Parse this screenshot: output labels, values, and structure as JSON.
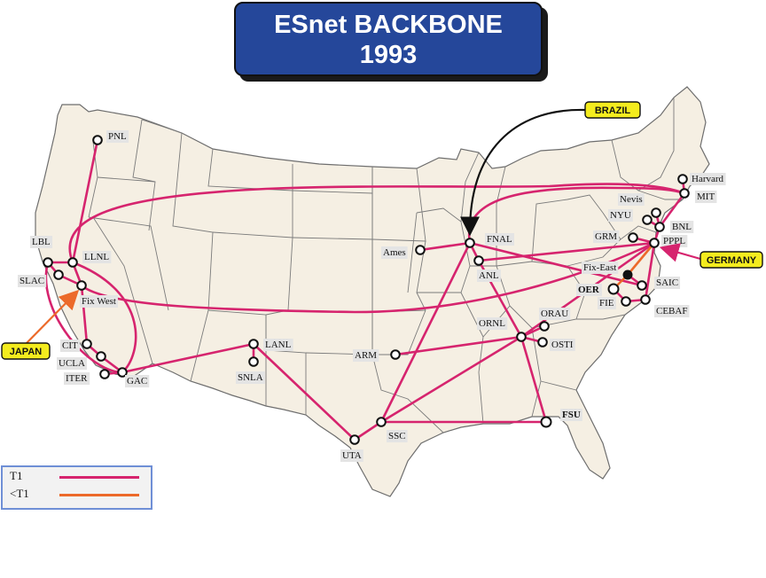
{
  "title": {
    "line1": "ESnet BACKBONE",
    "line2": "1993"
  },
  "colors": {
    "t1": "#d6246e",
    "sub_t1": "#ec6a2a",
    "title_bg": "#25479a",
    "callout_bg": "#f4ec1e",
    "land": "#f5efe3",
    "border": "#6e6e6e"
  },
  "legend": {
    "items": [
      {
        "label": "T1",
        "color": "#d6246e"
      },
      {
        "label": "<T1",
        "color": "#ec6a2a"
      }
    ]
  },
  "sites": [
    {
      "id": "PNL",
      "label": "PNL"
    },
    {
      "id": "LBL",
      "label": "LBL"
    },
    {
      "id": "LLNL",
      "label": "LLNL"
    },
    {
      "id": "SLAC",
      "label": "SLAC"
    },
    {
      "id": "FIXW",
      "label": "Fix West"
    },
    {
      "id": "CIT",
      "label": "CIT"
    },
    {
      "id": "UCLA",
      "label": "UCLA"
    },
    {
      "id": "ITER",
      "label": "ITER"
    },
    {
      "id": "GAC",
      "label": "GAC"
    },
    {
      "id": "LANL",
      "label": "LANL"
    },
    {
      "id": "SNLA",
      "label": "SNLA"
    },
    {
      "id": "UTA",
      "label": "UTA"
    },
    {
      "id": "SSC",
      "label": "SSC"
    },
    {
      "id": "ARM",
      "label": "ARM"
    },
    {
      "id": "AMES",
      "label": "Ames"
    },
    {
      "id": "FNAL",
      "label": "FNAL"
    },
    {
      "id": "ANL",
      "label": "ANL"
    },
    {
      "id": "ORNL",
      "label": "ORNL"
    },
    {
      "id": "ORAU",
      "label": "ORAU"
    },
    {
      "id": "OSTI",
      "label": "OSTI"
    },
    {
      "id": "FSU",
      "label": "FSU"
    },
    {
      "id": "OER",
      "label": "OER"
    },
    {
      "id": "FIE",
      "label": "FIE"
    },
    {
      "id": "FIXE",
      "label": "Fix-East"
    },
    {
      "id": "SAIC",
      "label": "SAIC"
    },
    {
      "id": "CEBAF",
      "label": "CEBAF"
    },
    {
      "id": "GRM",
      "label": "GRM"
    },
    {
      "id": "PPPL",
      "label": "PPPL"
    },
    {
      "id": "BNL",
      "label": "BNL"
    },
    {
      "id": "NYU",
      "label": "NYU"
    },
    {
      "id": "NEVIS",
      "label": "Nevis"
    },
    {
      "id": "MIT",
      "label": "MIT"
    },
    {
      "id": "HARVARD",
      "label": "Harvard"
    }
  ],
  "callouts": [
    {
      "id": "BRAZIL",
      "label": "BRAZIL"
    },
    {
      "id": "JAPAN",
      "label": "JAPAN"
    },
    {
      "id": "GERMANY",
      "label": "GERMANY"
    }
  ]
}
